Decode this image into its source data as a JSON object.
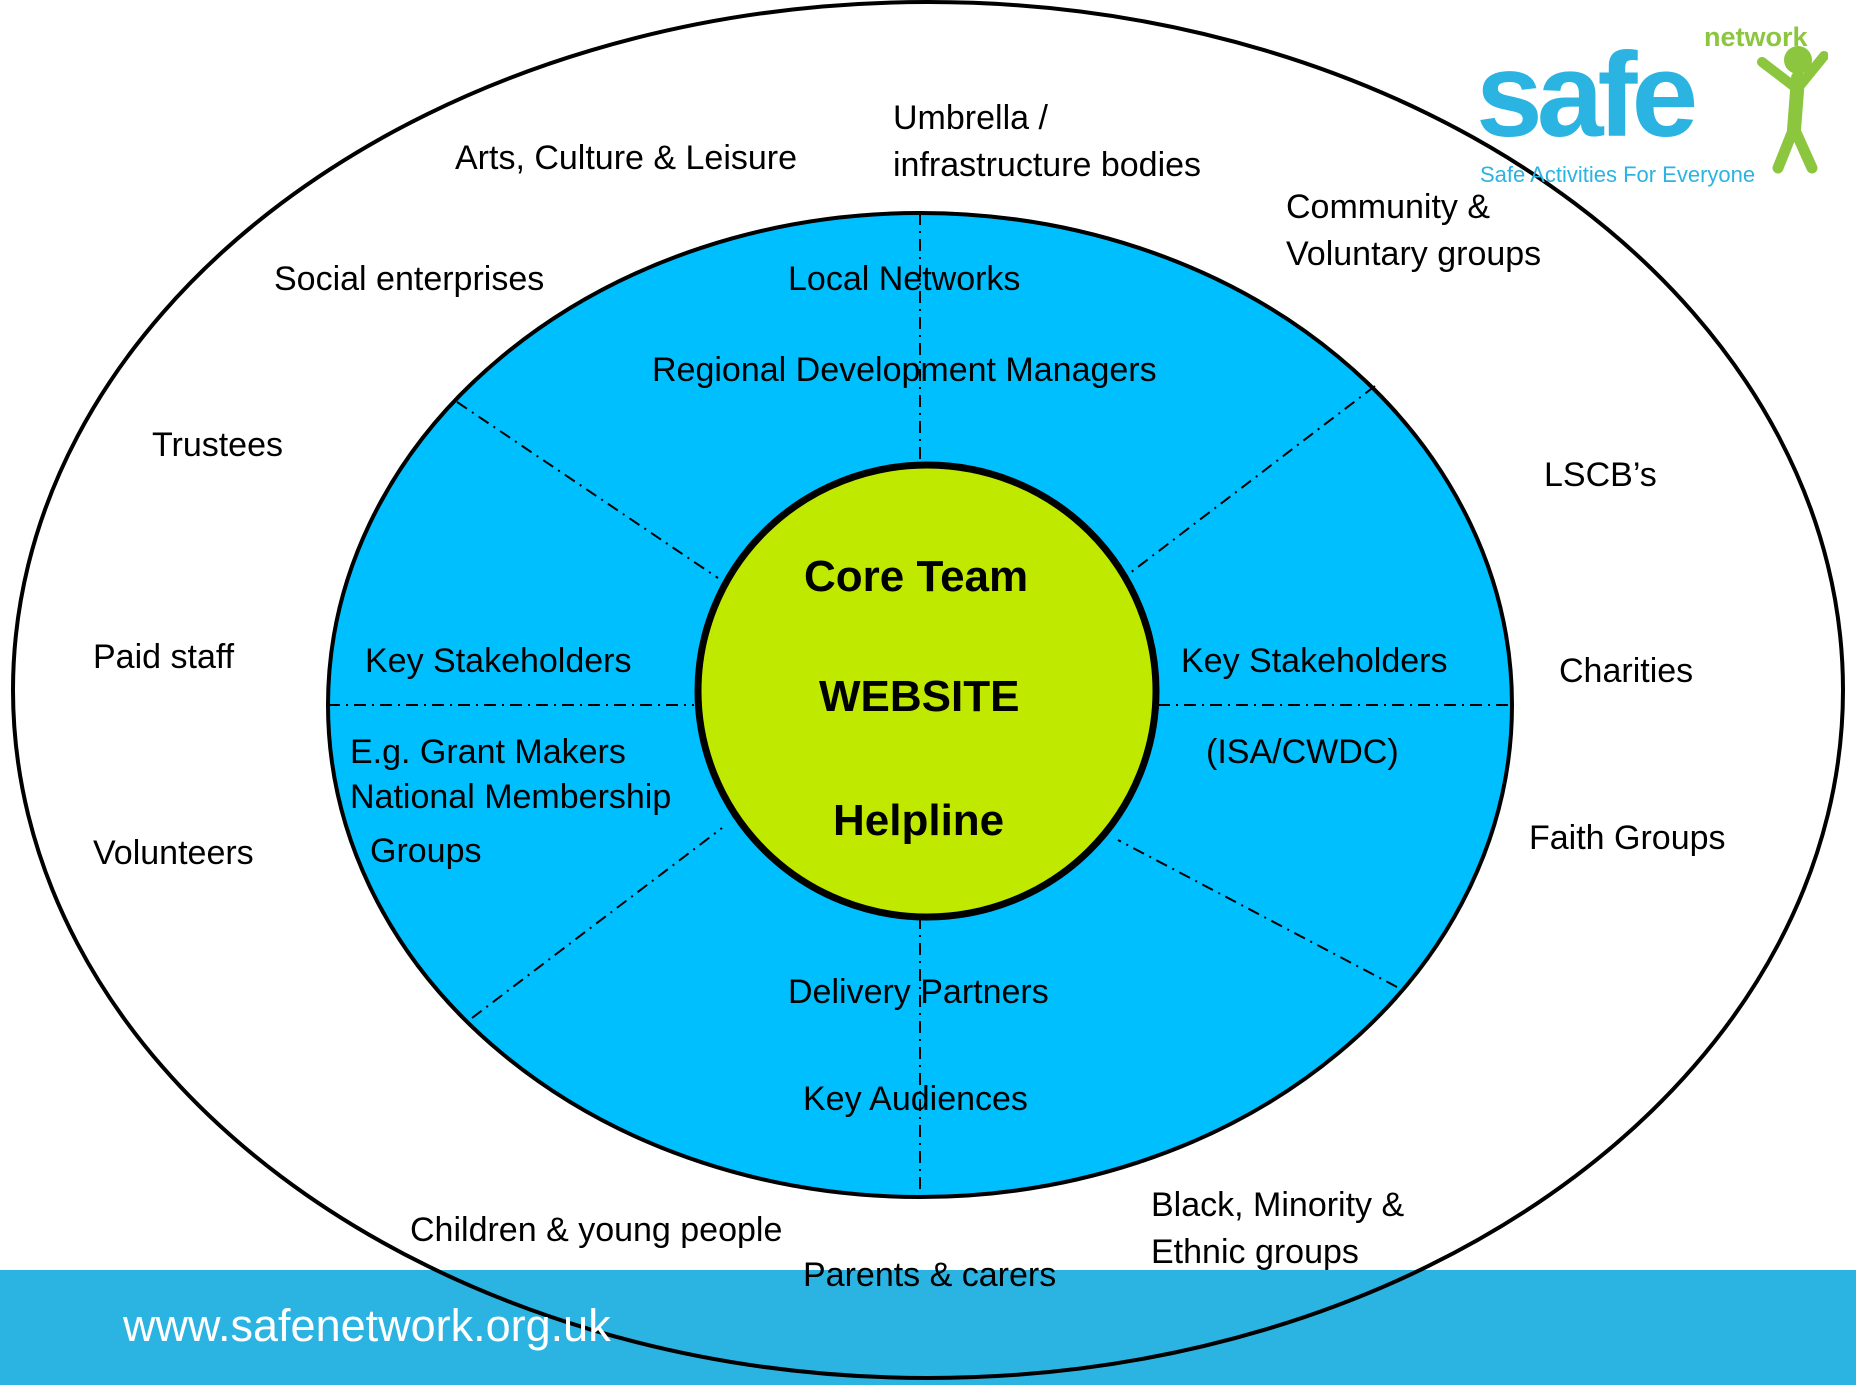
{
  "colors": {
    "footer": "#2bb3e2",
    "middle_ring": "#00bfff",
    "core": "#bfea00",
    "logo_blue": "#2bb3e2",
    "logo_green": "#8cc63f"
  },
  "logo": {
    "word": "safe",
    "network": "network",
    "tagline": "Safe Activities For Everyone"
  },
  "core": {
    "line1": "Core Team",
    "line2": "WEBSITE",
    "line3": "Helpline"
  },
  "middle_ring": {
    "local_networks": "Local Networks",
    "regional": "Regional Development Managers",
    "key_left": "Key Stakeholders",
    "key_left_eg1": "E.g. Grant Makers",
    "key_left_eg2": "National Membership",
    "key_left_eg3": "Groups",
    "key_right": "Key Stakeholders",
    "key_right_eg": "(ISA/CWDC)",
    "delivery": "Delivery Partners",
    "audiences": "Key Audiences"
  },
  "outer_ring": {
    "umbrella1": "Umbrella /",
    "umbrella2": "infrastructure bodies",
    "arts": "Arts, Culture & Leisure",
    "community1": "Community &",
    "community2": "Voluntary groups",
    "social": "Social enterprises",
    "trustees": "Trustees",
    "lscb": "LSCB’s",
    "paid": "Paid staff",
    "charities": "Charities",
    "volunteers": "Volunteers",
    "faith": "Faith Groups",
    "children": "Children & young people",
    "parents": "Parents & carers",
    "bme1": "Black, Minority &",
    "bme2": "Ethnic groups"
  },
  "footer": {
    "url": "www.safenetwork.org.uk"
  }
}
